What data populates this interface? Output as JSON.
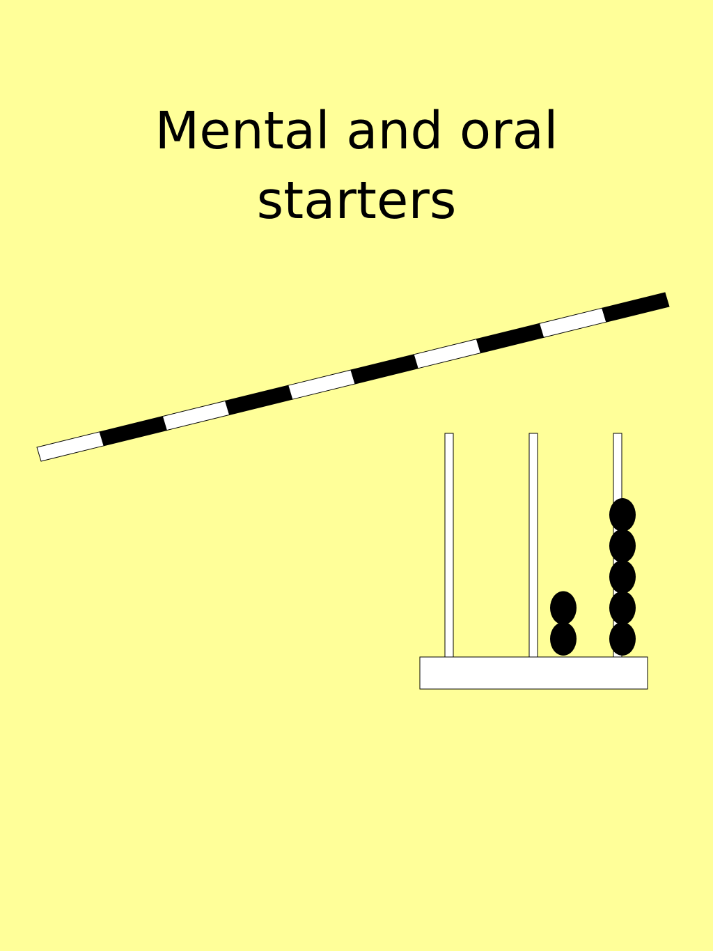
{
  "slide": {
    "title_line_1": "Mental and oral",
    "title_line_2": "starters"
  },
  "colors": {
    "background": "#FFFF99",
    "ink": "#000000",
    "light": "#FFFFFF"
  },
  "number_stick": {
    "segments": [
      "light",
      "dark",
      "light",
      "dark",
      "light",
      "dark",
      "light",
      "dark",
      "light",
      "dark"
    ]
  },
  "abacus": {
    "rod_count": 3,
    "beads_per_rod": [
      0,
      2,
      5
    ]
  }
}
